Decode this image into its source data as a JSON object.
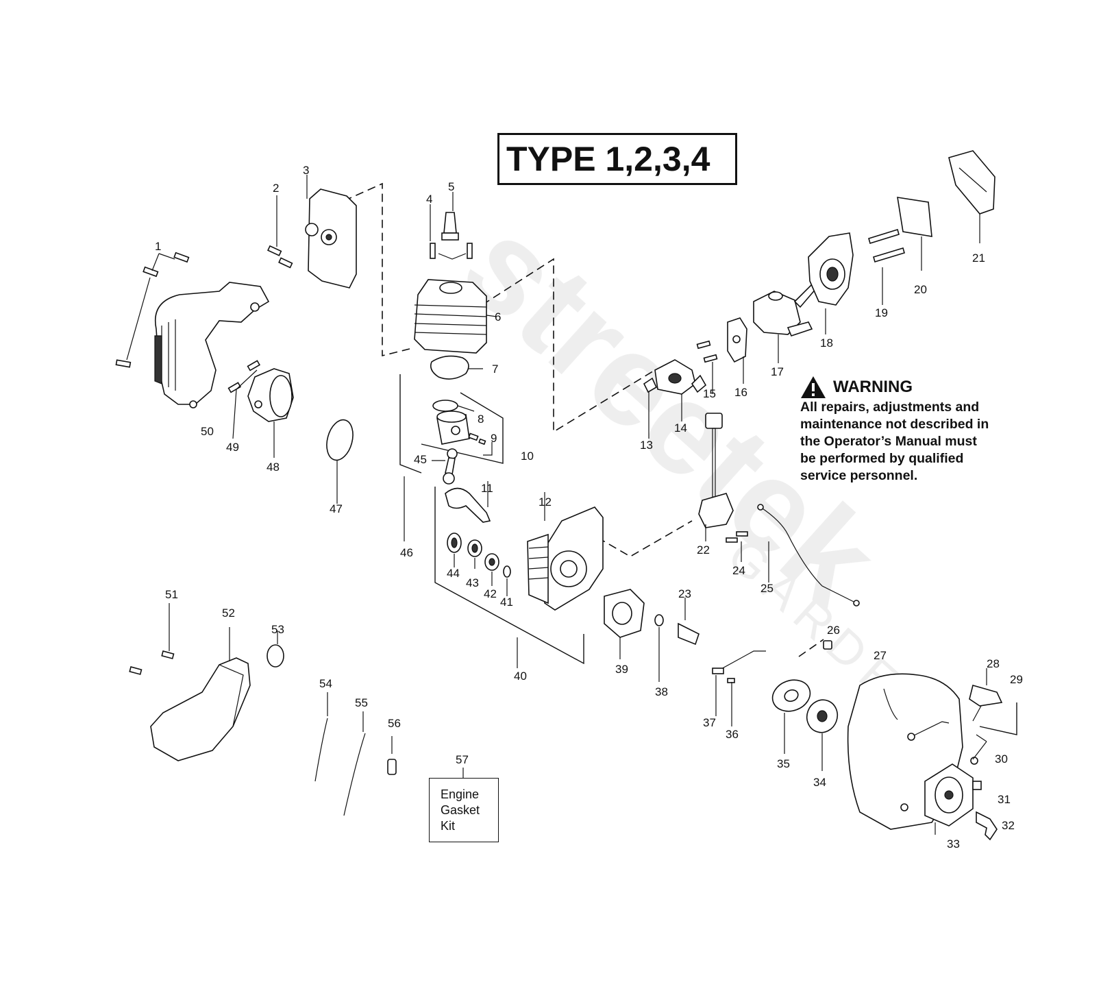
{
  "type_label": "TYPE 1,2,3,4",
  "warning": {
    "title": "WARNING",
    "lines": [
      "All repairs, adjustments and",
      "maintenance not described in",
      "the Operator’s Manual must",
      "be performed by qualified",
      "service personnel."
    ]
  },
  "gasket_kit": {
    "lines": [
      "Engine",
      "Gasket",
      "Kit"
    ]
  },
  "callouts": [
    "1",
    "2",
    "3",
    "4",
    "5",
    "6",
    "7",
    "8",
    "9",
    "10",
    "11",
    "12",
    "13",
    "14",
    "15",
    "16",
    "17",
    "18",
    "19",
    "20",
    "21",
    "22",
    "23",
    "24",
    "25",
    "26",
    "27",
    "28",
    "29",
    "30",
    "31",
    "32",
    "33",
    "34",
    "35",
    "36",
    "37",
    "38",
    "39",
    "40",
    "41",
    "42",
    "43",
    "44",
    "45",
    "46",
    "47",
    "48",
    "49",
    "50",
    "51",
    "52",
    "53",
    "54",
    "55",
    "56",
    "57"
  ],
  "watermark": {
    "brand": "streetek",
    "sub": "GARDEN"
  }
}
